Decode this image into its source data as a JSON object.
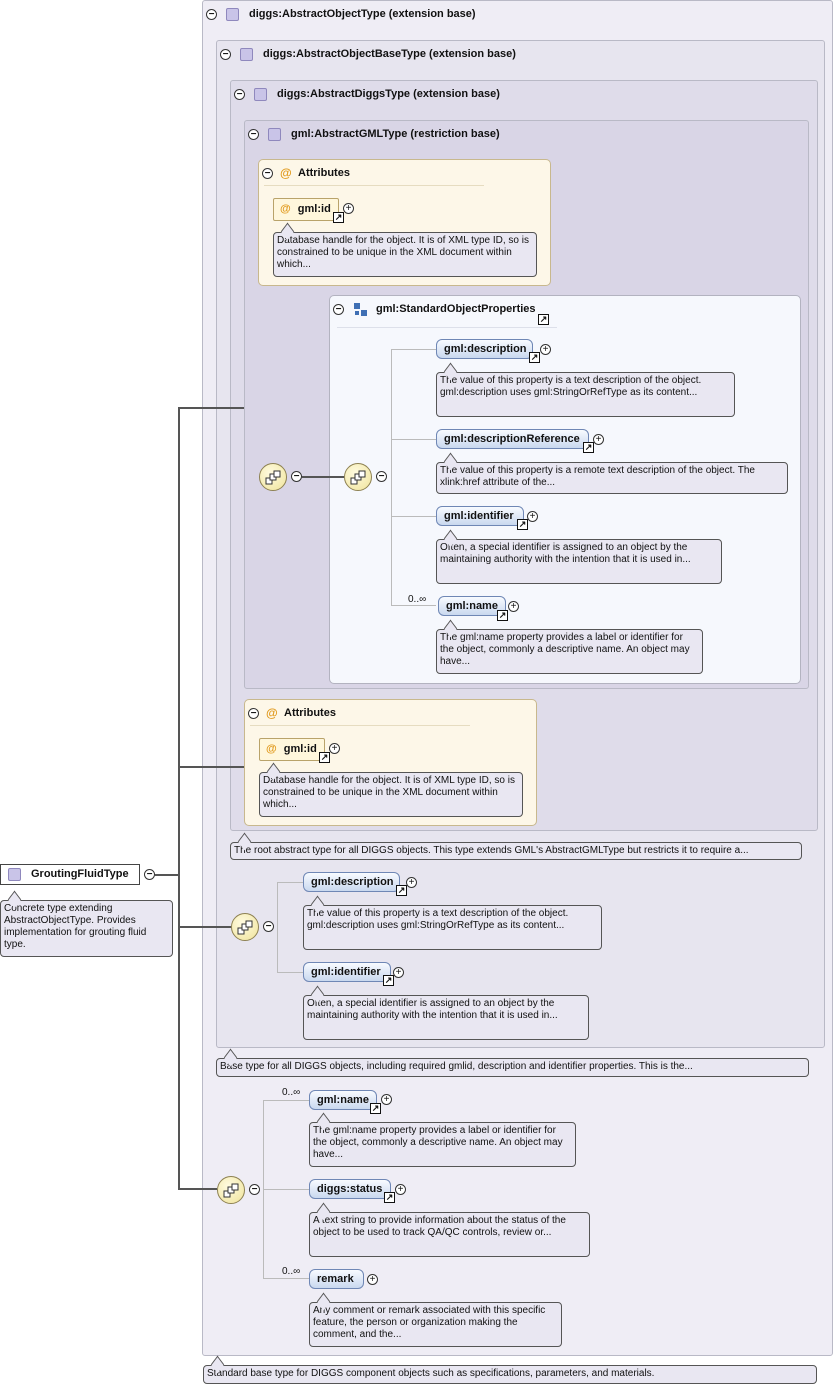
{
  "abstract_object_type": {
    "title": "diggs:AbstractObjectType (extension base)",
    "doc": "Standard base type for DIGGS component objects such as specifications, parameters, and materials."
  },
  "abstract_object_base_type": {
    "title": "diggs:AbstractObjectBaseType (extension base)",
    "doc": "Base type for all DIGGS objects, including required gmlid, description and identifier properties. This is the..."
  },
  "abstract_diggs_type": {
    "title": "diggs:AbstractDiggsType (extension base)",
    "doc": "The root abstract type for all DIGGS objects. This type extends GML's AbstractGMLType but restricts it to require a..."
  },
  "abstract_gml_type": {
    "title": "gml:AbstractGMLType (restriction base)",
    "attributes_label": "Attributes",
    "gml_id": "gml:id",
    "gml_id_doc": "Database handle for the object. It is of XML type ID, so is constrained to be unique in the XML document within which...",
    "group": {
      "title": "gml:StandardObjectProperties",
      "items": [
        {
          "name": "gml:description",
          "doc": "The value of this property is a text description of the object. gml:description uses gml:StringOrRefType as its content..."
        },
        {
          "name": "gml:descriptionReference",
          "doc": "The value of this property is a remote text description of the object. The xlink:href attribute of the..."
        },
        {
          "name": "gml:identifier",
          "doc": "Often, a special identifier is assigned to an object by the maintaining authority with the intention that it is used in..."
        },
        {
          "name": "gml:name",
          "occurs": "0..∞",
          "doc": "The gml:name property provides a label or identifier for the object, commonly a descriptive name. An object may have..."
        }
      ]
    }
  },
  "diggs_attributes": {
    "label": "Attributes",
    "gml_id": "gml:id",
    "gml_id_doc": "Database handle for the object. It is of XML type ID, so is constrained to be unique in the XML document within which..."
  },
  "base_sequence": [
    {
      "name": "gml:description",
      "doc": "The value of this property is a text description of the object. gml:description uses gml:StringOrRefType as its content..."
    },
    {
      "name": "gml:identifier",
      "doc": "Often, a special identifier is assigned to an object by the maintaining authority with the intention that it is used in..."
    }
  ],
  "object_sequence": [
    {
      "name": "gml:name",
      "occurs": "0..∞",
      "doc": "The gml:name property provides a label or identifier for the object, commonly a descriptive name. An object may have..."
    },
    {
      "name": "diggs:status",
      "doc": "A text string to provide information about the status of the object to be used to track QA/QC controls, review or..."
    },
    {
      "name": "remark",
      "occurs": "0..∞",
      "doc": "Any comment or remark associated with this specific feature, the person or organization making the comment, and the..."
    }
  ],
  "root": {
    "name": "GroutingFluidType",
    "doc": "Concrete type extending AbstractObjectType. Provides implementation for grouting fluid type."
  },
  "symbols": {
    "minus": "−",
    "plus": "+",
    "at": "@",
    "ref_arrow": "↗"
  }
}
